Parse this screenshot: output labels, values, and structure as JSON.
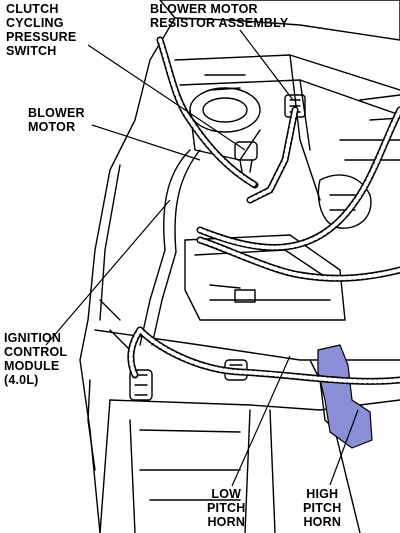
{
  "labels": {
    "clutch_cycling_pressure_switch": "CLUTCH\nCYCLING\nPRESSURE\nSWITCH",
    "blower_motor_resistor_assembly": "BLOWER MOTOR\nRESISTOR ASSEMBLY",
    "blower_motor": "BLOWER\nMOTOR",
    "ignition_control_module": "IGNITION\nCONTROL\nMODULE\n(4.0L)",
    "low_pitch_horn": "LOW\nPITCH\nHORN",
    "high_pitch_horn": "HIGH\nPITCH\nHORN"
  },
  "colors": {
    "ink": "#000000",
    "paper": "#ffffff",
    "horn_highlight": "#8a8fd8"
  }
}
